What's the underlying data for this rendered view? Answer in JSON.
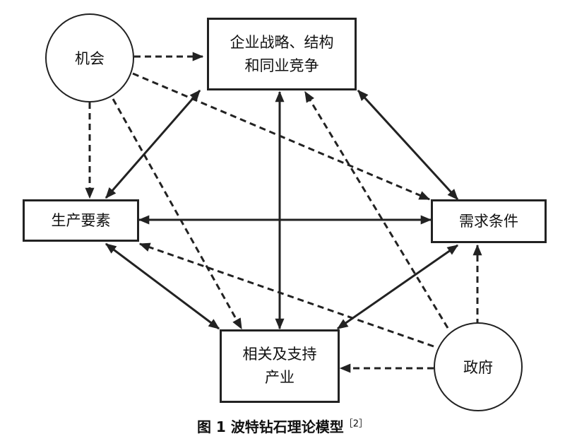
{
  "nodes": {
    "firm_strategy": {
      "line1": "企业战略、结构",
      "line2": "和同业竞争"
    },
    "factor_conditions": {
      "label": "生产要素"
    },
    "demand_conditions": {
      "label": "需求条件"
    },
    "related_industries": {
      "line1": "相关及支持",
      "line2": "产业"
    },
    "chance": {
      "label": "机会"
    },
    "government": {
      "label": "政府"
    }
  },
  "caption": {
    "text": "图 1 波特钻石理论模型",
    "ref": "［2］"
  },
  "colors": {
    "line": "#222222",
    "background": "#ffffff"
  }
}
